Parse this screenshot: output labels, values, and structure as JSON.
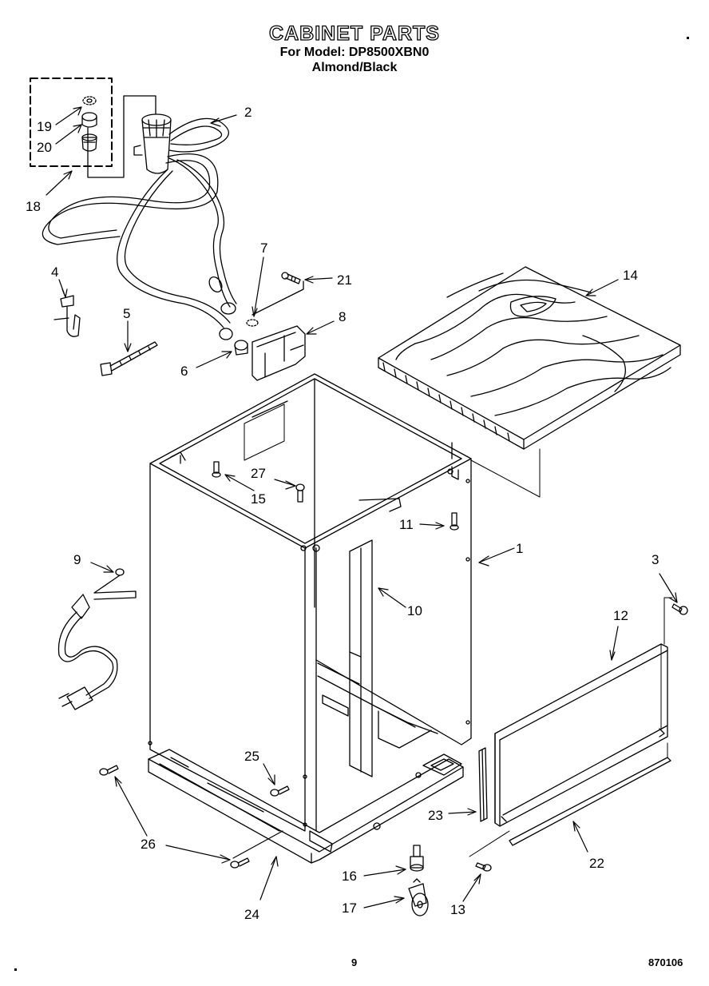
{
  "header": {
    "title": "CABINET PARTS",
    "model_line": "For Model: DP8500XBN0",
    "color_line": "Almond/Black"
  },
  "callouts": [
    "1",
    "2",
    "3",
    "4",
    "5",
    "6",
    "7",
    "8",
    "9",
    "10",
    "11",
    "12",
    "13",
    "14",
    "15",
    "16",
    "17",
    "18",
    "19",
    "20",
    "21",
    "22",
    "23",
    "24",
    "25",
    "26",
    "27"
  ],
  "footer": {
    "page_number": "9",
    "part_number": "870106"
  }
}
